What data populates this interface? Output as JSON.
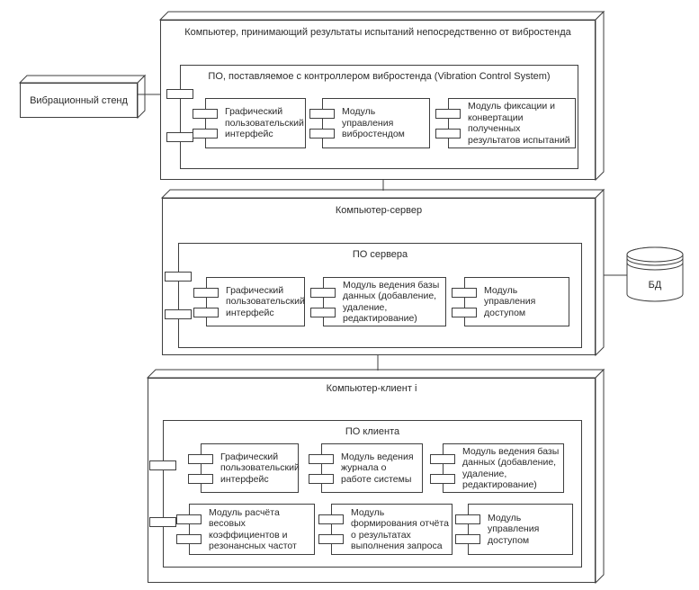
{
  "diagram": {
    "stand": {
      "label": "Вибрационный стенд"
    },
    "database": {
      "label": "БД"
    },
    "nodes": [
      {
        "label": "Компьютер, принимающий результаты испытаний непосредственно от вибростенда",
        "software": {
          "label": "ПО, поставляемое с контроллером вибростенда (Vibration Control System)",
          "components": [
            "Графический пользовательский интерфейс",
            "Модуль управления вибростендом",
            "Модуль фиксации и конвертации полученных результатов испытаний"
          ]
        }
      },
      {
        "label": "Компьютер-сервер",
        "software": {
          "label": "ПО сервера",
          "components": [
            "Графический пользовательский интерфейс",
            "Модуль ведения базы данных (добавление, удаление, редактирование)",
            "Модуль управления доступом"
          ]
        }
      },
      {
        "label": "Компьютер-клиент i",
        "software": {
          "label": "ПО клиента",
          "components": [
            "Графический пользовательский интерфейс",
            "Модуль ведения журнала о работе системы",
            "Модуль ведения базы данных (добавление, удаление, редактирование)",
            "Модуль расчёта весовых коэффициентов и резонансных частот",
            "Модуль формирования отчёта о результатах выполнения запроса",
            "Модуль управления доступом"
          ]
        }
      }
    ],
    "colors": {
      "line": "#3f3f3f",
      "text": "#2b2b2b",
      "background": "#ffffff"
    }
  }
}
